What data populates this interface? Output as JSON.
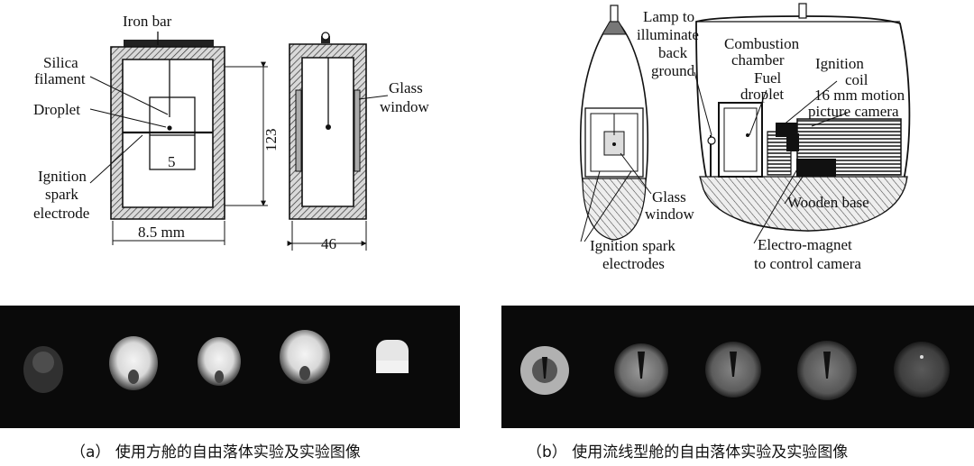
{
  "panel_a": {
    "labels": {
      "iron_bar": "Iron bar",
      "silica_filament": [
        "Silica",
        "filament"
      ],
      "droplet": "Droplet",
      "ignition_spark_electrode": [
        "Ignition",
        "spark",
        "electrode"
      ],
      "glass_window": [
        "Glass",
        "window"
      ],
      "dim_width": "8.5 mm",
      "dim_height": "123",
      "dim_depth": "46",
      "dim_gap": "5"
    },
    "photo_strip": {
      "frames": 5
    },
    "caption": "（a） 使用方舱的自由落体实验及实验图像"
  },
  "panel_b": {
    "labels": {
      "lamp": [
        "Lamp to",
        "illuminate",
        "back",
        "ground"
      ],
      "combustion_chamber": [
        "Combustion",
        "chamber"
      ],
      "fuel_droplet": [
        "Fuel",
        "droplet"
      ],
      "ignition_coil": [
        "Ignition",
        "coil"
      ],
      "camera": [
        "16 mm motion",
        "picture camera"
      ],
      "glass_window": [
        "Glass",
        "window"
      ],
      "wooden_base": "Wooden base",
      "ignition_spark_electrodes": [
        "Ignition spark",
        "electrodes"
      ],
      "electro_magnet": [
        "Electro-magnet",
        "to control camera"
      ]
    },
    "photo_strip": {
      "frames": 5
    },
    "caption": "（b） 使用流线型舱的自由落体实验及实验图像"
  },
  "colors": {
    "line": "#111111",
    "photo_bg": "#0a0a0a"
  }
}
